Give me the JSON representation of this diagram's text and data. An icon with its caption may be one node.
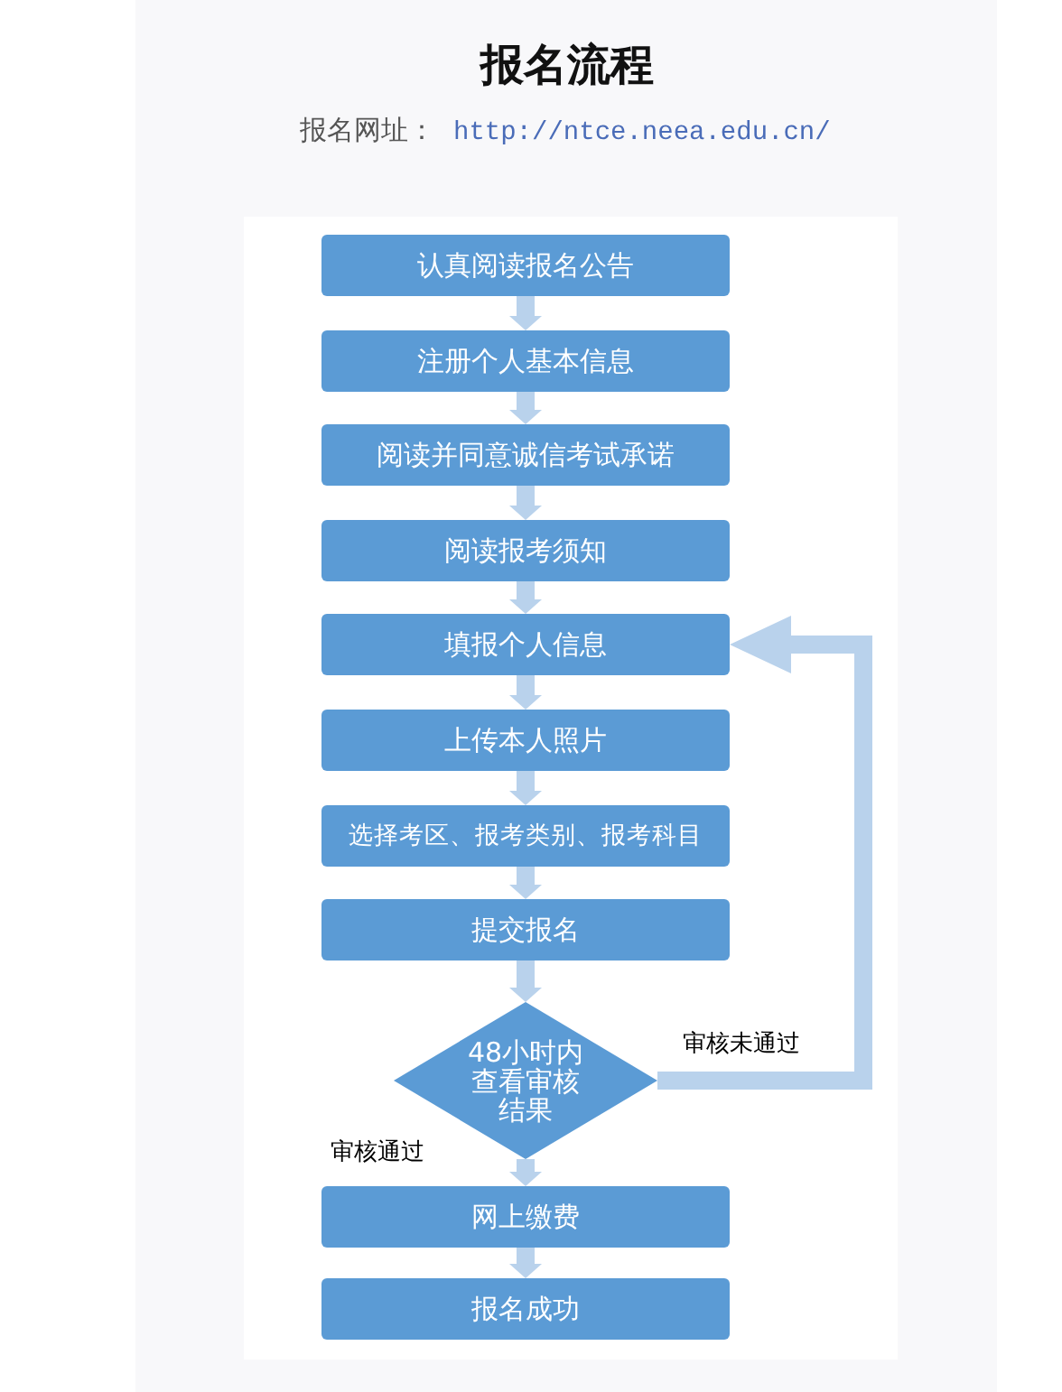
{
  "diagram": {
    "title": "报名流程",
    "nodes": [
      {
        "text": [
          "认真阅读报名公告"
        ]
      },
      {
        "text": [
          "注册个人基本信息"
        ]
      },
      {
        "text": [
          "阅读并同意诚信考试承诺"
        ]
      },
      {
        "text": [
          "阅读报考须知"
        ]
      },
      {
        "text": [
          "填报个人信息"
        ]
      },
      {
        "text": [
          "上传本人照片"
        ]
      },
      {
        "text": [
          "选择考区、报考类别、报考科目"
        ]
      },
      {
        "text": [
          "提交报名"
        ]
      },
      {
        "text": [
          "48小时内查看审核结果"
        ]
      },
      {
        "text": [
          "网上缴费"
        ]
      },
      {
        "text": [
          "报名成功"
        ]
      }
    ],
    "edges": [
      {
        "from": 0,
        "to": 1,
        "arrow": "to"
      },
      {
        "from": 1,
        "to": 2,
        "arrow": "to"
      },
      {
        "from": 2,
        "to": 3,
        "arrow": "to"
      },
      {
        "from": 3,
        "to": 4,
        "arrow": "to"
      },
      {
        "from": 4,
        "to": 5,
        "arrow": "to"
      },
      {
        "from": 5,
        "to": 6,
        "arrow": "to"
      },
      {
        "from": 6,
        "to": 7,
        "arrow": "to"
      },
      {
        "from": 7,
        "to": 8,
        "arrow": "to"
      },
      {
        "from": 8,
        "to": 9,
        "arrow": "to",
        "label": "审核通过"
      },
      {
        "from": 9,
        "to": 10,
        "arrow": "to"
      },
      {
        "from": 8,
        "to": 4,
        "arrow": "to",
        "label": "审核未通过"
      }
    ],
    "labels": [
      "报名网址：",
      "http://ntce.neea.edu.cn/"
    ]
  }
}
